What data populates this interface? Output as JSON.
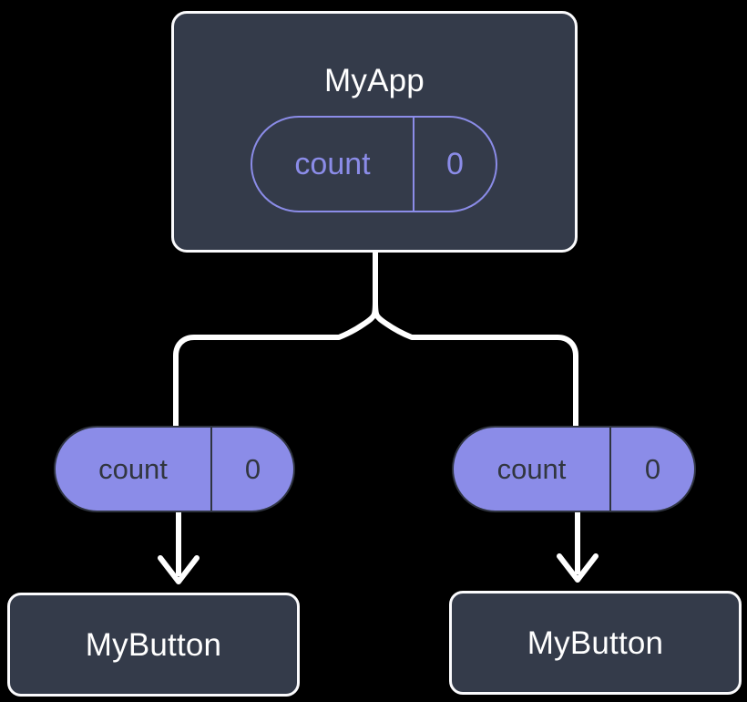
{
  "diagram": {
    "background_color": "#000000",
    "accent_color": "#8b8ce8",
    "node_fill_color": "#343b4a",
    "node_border_color": "#fbfbfd",
    "connector_color": "#ffffff",
    "root": {
      "title": "MyApp",
      "state": {
        "key": "count",
        "value": "0"
      }
    },
    "branches": [
      {
        "state": {
          "key": "count",
          "value": "0"
        },
        "child": {
          "title": "MyButton"
        }
      },
      {
        "state": {
          "key": "count",
          "value": "0"
        },
        "child": {
          "title": "MyButton"
        }
      }
    ]
  }
}
